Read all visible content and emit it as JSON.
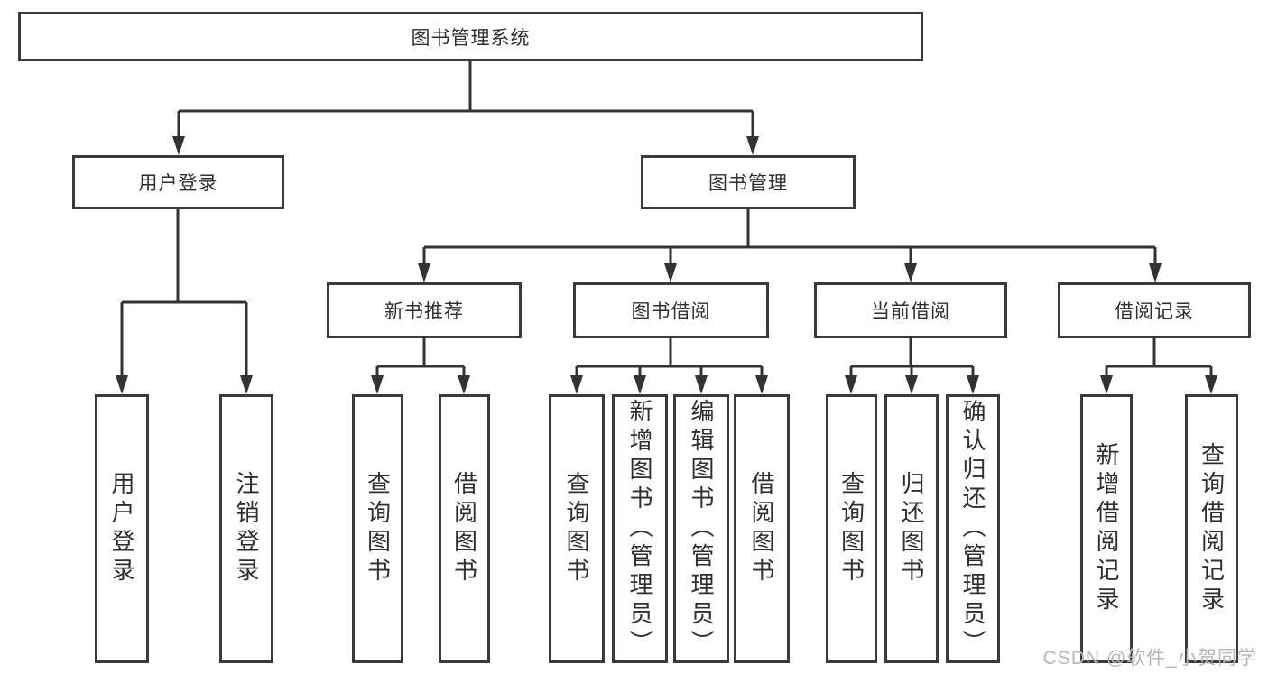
{
  "diagram": {
    "tree": {
      "root": {
        "label": "图书管理系统",
        "children": [
          {
            "label": "用户登录",
            "children": [
              {
                "label": "用户登录"
              },
              {
                "label": "注销登录"
              }
            ]
          },
          {
            "label": "图书管理",
            "children": [
              {
                "label": "新书推荐",
                "children": [
                  {
                    "label": "查询图书"
                  },
                  {
                    "label": "借阅图书"
                  }
                ]
              },
              {
                "label": "图书借阅",
                "children": [
                  {
                    "label": "查询图书"
                  },
                  {
                    "label": "新增图书（管理员）"
                  },
                  {
                    "label": "编辑图书（管理员）"
                  },
                  {
                    "label": "借阅图书"
                  }
                ]
              },
              {
                "label": "当前借阅",
                "children": [
                  {
                    "label": "查询图书"
                  },
                  {
                    "label": "归还图书"
                  },
                  {
                    "label": "确认归还（管理员）"
                  }
                ]
              },
              {
                "label": "借阅记录",
                "children": [
                  {
                    "label": "新增借阅记录"
                  },
                  {
                    "label": "查询借阅记录"
                  }
                ]
              }
            ]
          }
        ]
      }
    },
    "colors": {
      "line": "#333333",
      "box_border": "#3a3a3a",
      "text": "#2f2f2f",
      "watermark_text": "#b4b8bc",
      "background": "#ffffff"
    }
  },
  "watermark": "CSDN @软件_小贺同学"
}
